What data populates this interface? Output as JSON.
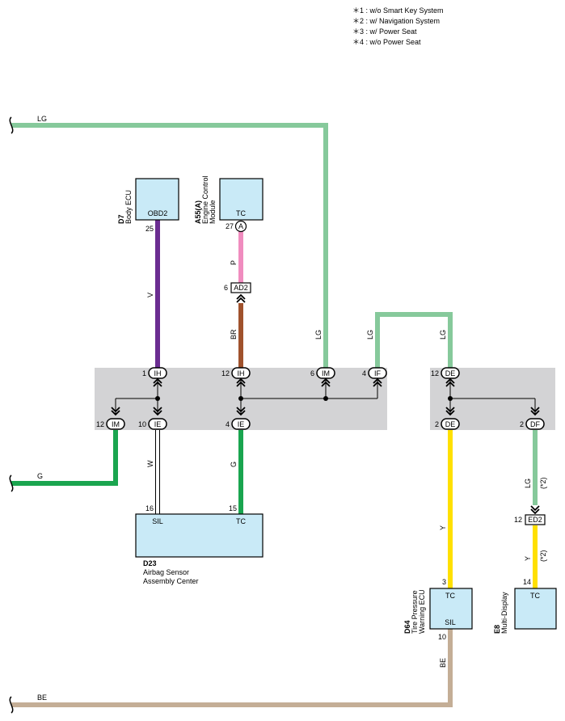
{
  "notes": [
    "＊1 : w/o Smart Key System",
    "＊2 : w/ Navigation System",
    "＊3 : w/ Power Seat",
    "＊4 : w/o Power Seat"
  ],
  "colors": {
    "LG": "#86c99b",
    "V": "#6b2d91",
    "P": "#f08cbf",
    "BR": "#a0522d",
    "G": "#1aa54f",
    "W": "#ffffff",
    "Y": "#ffe000",
    "BE": "#c4ae96",
    "box": "#c9eaf7",
    "junction": "#d3d3d5"
  },
  "components": {
    "d7": {
      "code": "D7",
      "name": "Body ECU",
      "terminal": "OBD2",
      "pin": "25"
    },
    "a55": {
      "code": "A55(A)",
      "name_line1": "Engine Control",
      "name_line2": "Module",
      "terminal": "TC",
      "pin": "27",
      "pin_connector": "A"
    },
    "d23": {
      "code": "D23",
      "name_line1": "Airbag Sensor",
      "name_line2": "Assembly Center",
      "terminal_sil": "SIL",
      "pin_sil": "16",
      "terminal_tc": "TC",
      "pin_tc": "15"
    },
    "d64": {
      "code": "D64",
      "name_line1": "Tire Pressure",
      "name_line2": "Warning ECU",
      "terminal_tc": "TC",
      "pin_tc": "3",
      "terminal_sil": "SIL",
      "pin_sil": "10"
    },
    "e8": {
      "code": "E8",
      "name": "Multi-Display",
      "terminal": "TC",
      "pin": "14"
    }
  },
  "connectors": {
    "ad2": {
      "label": "AD2",
      "pin": "6"
    },
    "ed2": {
      "label": "ED2",
      "pin": "12"
    },
    "j1_top": [
      {
        "pin": "1",
        "label": "IH"
      },
      {
        "pin": "12",
        "label": "IH"
      },
      {
        "pin": "6",
        "label": "IM"
      },
      {
        "pin": "4",
        "label": "IF"
      }
    ],
    "j1_bottom": [
      {
        "pin": "12",
        "label": "IM"
      },
      {
        "pin": "10",
        "label": "IE"
      },
      {
        "pin": "4",
        "label": "IE"
      }
    ],
    "j2_top": [
      {
        "pin": "12",
        "label": "DE"
      }
    ],
    "j2_bottom": [
      {
        "pin": "2",
        "label": "DE"
      },
      {
        "pin": "2",
        "label": "DF"
      }
    ]
  },
  "wire_labels": {
    "lg_top": "LG",
    "v": "V",
    "p": "P",
    "br": "BR",
    "lg_im": "LG",
    "lg_if": "LG",
    "lg_de": "LG",
    "g_left": "G",
    "w": "W",
    "g_d23": "G",
    "y_d64": "Y",
    "lg_df": "LG",
    "lg_df_note": "(*2)",
    "y_e8": "Y",
    "y_e8_note": "(*2)",
    "be_vert": "BE",
    "be_bottom": "BE"
  }
}
